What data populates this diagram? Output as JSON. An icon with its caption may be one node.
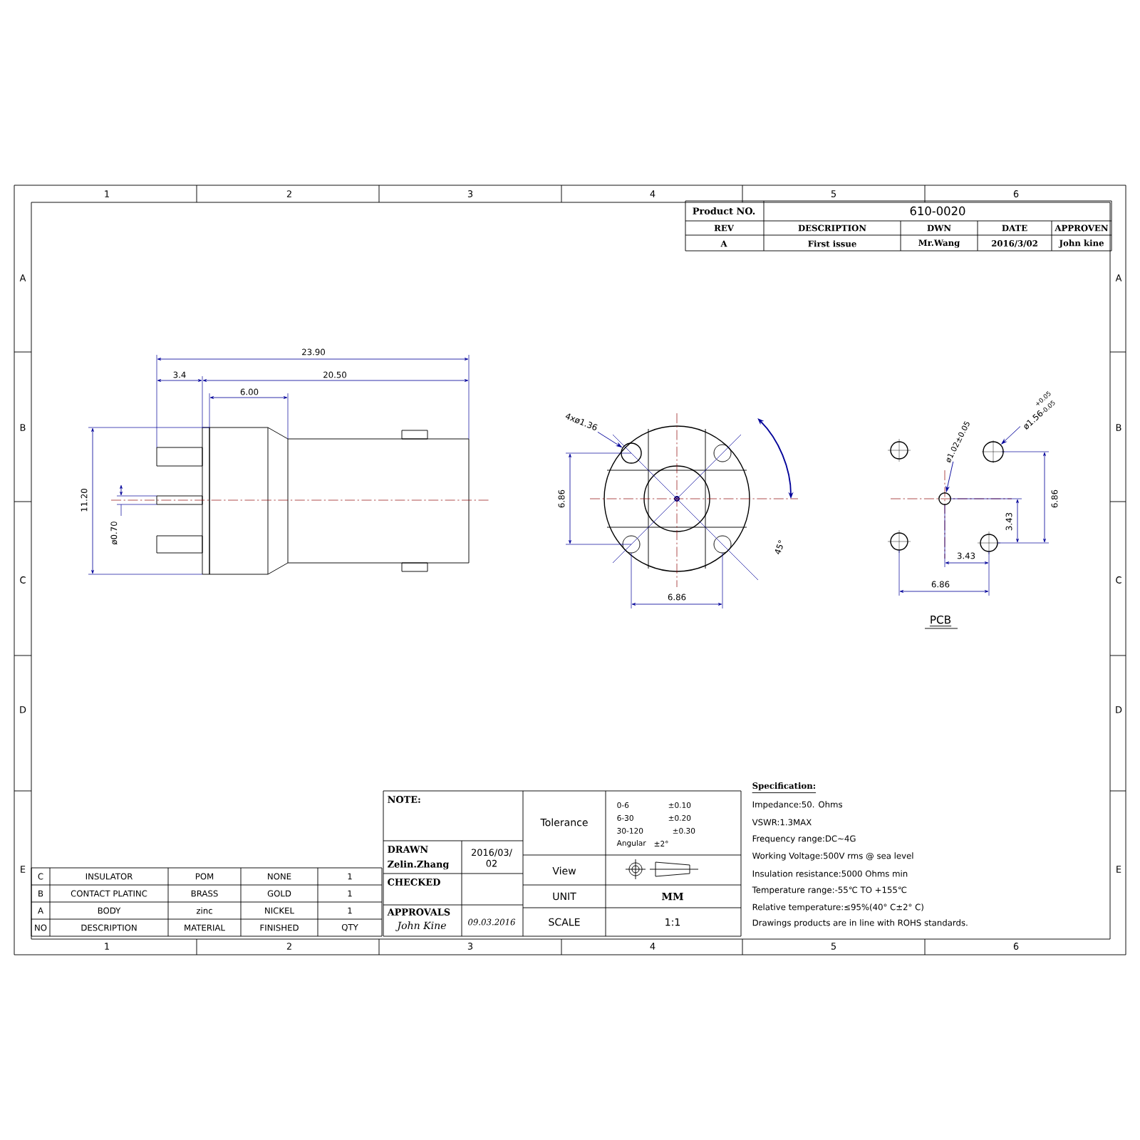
{
  "diagram": {
    "nodes": [
      {
        "text": [
          "4xø1.36"
        ]
      },
      {
        "text": [
          "ø1.02±0.05"
        ]
      },
      {
        "text": [
          "ø1.56",
          "+0.05",
          "-0.05"
        ]
      },
      {
        "text": [],
        "shape": "circle"
      },
      {
        "text": [],
        "shape": "circle"
      },
      {
        "text": [],
        "shape": "circle"
      }
    ],
    "edges": [
      {
        "from": 0,
        "to": 3,
        "arrow": "to"
      },
      {
        "from": 1,
        "to": 4,
        "arrow": "to"
      },
      {
        "from": 2,
        "to": 5,
        "arrow": "to"
      }
    ],
    "labels": [
      "1",
      "2",
      "3",
      "4",
      "5",
      "6",
      "A",
      "B",
      "C",
      "D",
      "E",
      "A",
      "B",
      "C",
      "D",
      "E",
      "Product NO.",
      "610-0020",
      "REV",
      "DESCRIPTION",
      "DWN",
      "DATE",
      "APPROVEN",
      "A",
      "First issue",
      "Mr.Wang",
      "2016/3/02",
      "John kine",
      "23.90",
      "3.4",
      "20.50",
      "6.00",
      "11.20",
      "ø0.70",
      "6.86",
      "45°",
      "6.86",
      "6.86",
      "3.43",
      "3.43",
      "6.86",
      "PCB",
      "NOTE:",
      "Tolerance",
      "0-6",
      "±0.10",
      "6-30",
      "±0.20",
      "30-120",
      "±0.30",
      "Angular",
      "±2°",
      "DRAWN",
      "2016/03/ 02",
      "Zelin.Zhang",
      "View",
      "CHECKED",
      "UNIT",
      "MM",
      "APPROVALS",
      "John Kine",
      "09.03.2016",
      "SCALE",
      "1:1",
      "C",
      "INSULATOR",
      "POM",
      "NONE",
      "1",
      "B",
      "CONTACT PLATINC",
      "BRASS",
      "GOLD",
      "1",
      "A",
      "BODY",
      "zinc",
      "NICKEL",
      "1",
      "NO",
      "DESCRIPTION",
      "MATERIAL",
      "FINISHED",
      "QTY",
      "Specification:",
      "Impedance:50. Ohms",
      "VSWR:1.3MAX",
      "Frequency range:DC~4G",
      "Working Voltage:500V rms @ sea level",
      "Insulation resistance:5000 Ohms min",
      "Temperature range:-55℃ TO +155℃",
      "Relative temperature:≤95%(40° C±2° C)",
      "Drawings products are in line with ROHS standards.",
      "1",
      "2",
      "3",
      "4",
      "5",
      "6"
    ]
  }
}
